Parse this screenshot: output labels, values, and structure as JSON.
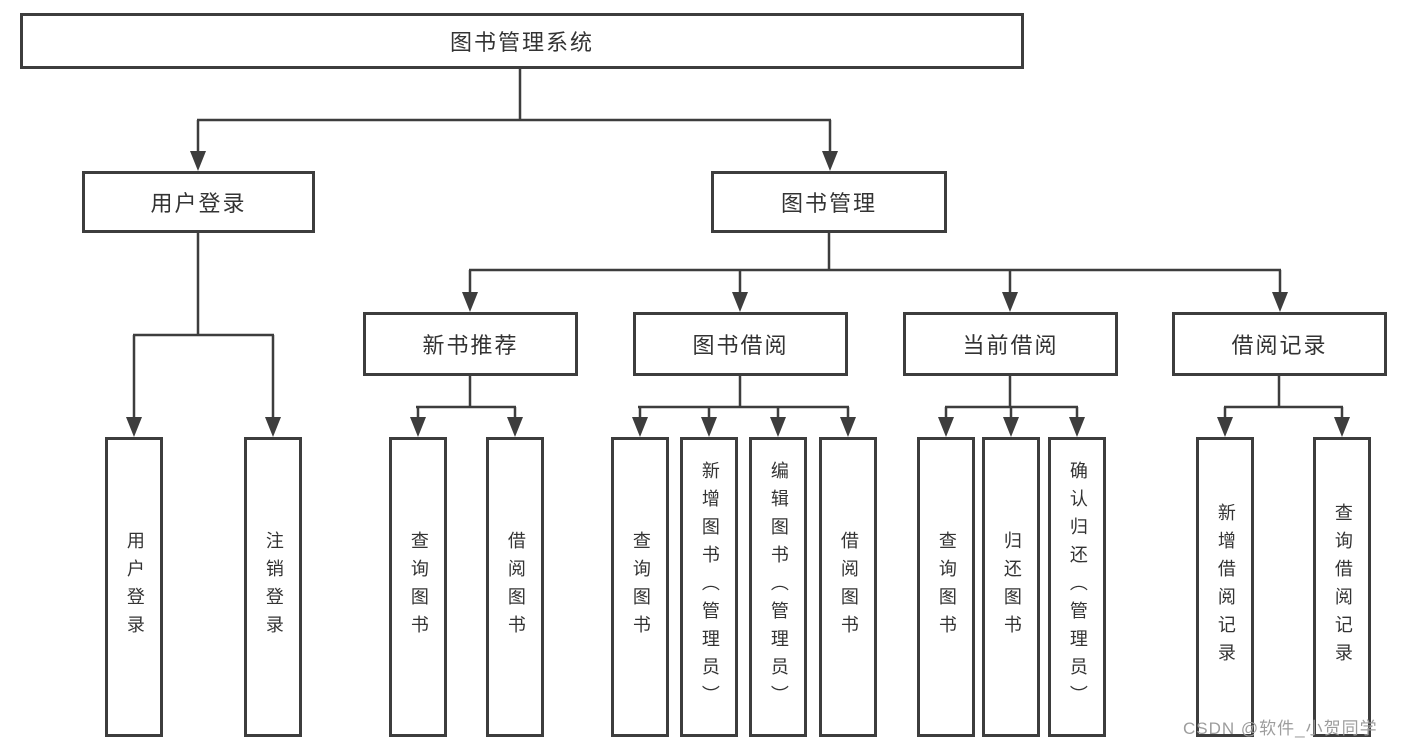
{
  "diagram": {
    "root": {
      "label": "图书管理系统"
    },
    "branches": [
      {
        "label": "用户登录",
        "children": [
          {
            "label": "用户登录"
          },
          {
            "label": "注销登录"
          }
        ]
      },
      {
        "label": "图书管理",
        "children": [
          {
            "label": "新书推荐",
            "children": [
              {
                "label": "查询图书"
              },
              {
                "label": "借阅图书"
              }
            ]
          },
          {
            "label": "图书借阅",
            "children": [
              {
                "label": "查询图书"
              },
              {
                "label": "新增图书（管理员）"
              },
              {
                "label": "编辑图书（管理员）"
              },
              {
                "label": "借阅图书"
              }
            ]
          },
          {
            "label": "当前借阅",
            "children": [
              {
                "label": "查询图书"
              },
              {
                "label": "归还图书"
              },
              {
                "label": "确认归还（管理员）"
              }
            ]
          },
          {
            "label": "借阅记录",
            "children": [
              {
                "label": "新增借阅记录"
              },
              {
                "label": "查询借阅记录"
              }
            ]
          }
        ]
      }
    ]
  },
  "watermark": {
    "text": "CSDN @软件_小贺同学"
  },
  "colors": {
    "line": "#3d3d3d",
    "text": "#333333",
    "bg": "#ffffff",
    "watermark": "#9d9d9d"
  }
}
